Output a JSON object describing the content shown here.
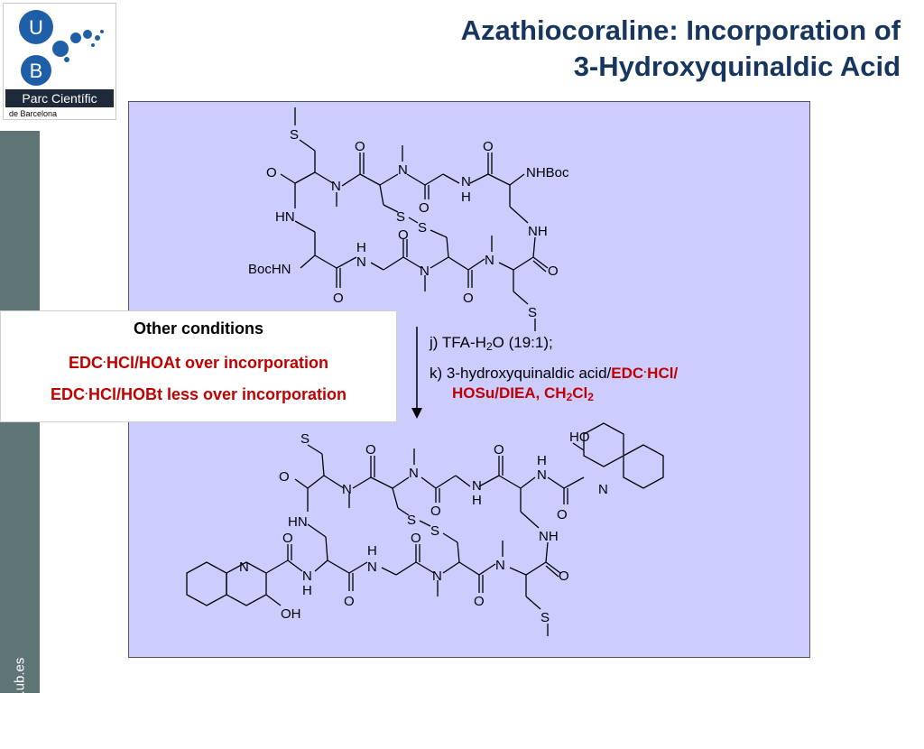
{
  "title": {
    "line1": "Azathiocoraline: Incorporation of",
    "line2": "3-Hydroxyquinaldic Acid"
  },
  "logo": {
    "letter_u": "U",
    "letter_b": "B",
    "name": "Parc Científic",
    "sub": "de Barcelona"
  },
  "sidebar": {
    "url": "www.pcb.ub.es"
  },
  "conditions": {
    "heading": "Other conditions",
    "row1_a": "EDC",
    "row1_dot": "·",
    "row1_b": "HCl/HOAt over incorporation",
    "row2_a": "EDC",
    "row2_dot": "·",
    "row2_b": "HCl/HOBt less over incorporation"
  },
  "reagents": {
    "j_a": "j) TFA-H",
    "j_sub": "2",
    "j_b": "O (19:1);",
    "k_a": "k) 3-hydroxyquinaldic acid/",
    "k_red1": "EDC",
    "k_dot": "·",
    "k_red2": "HCl/",
    "k2_a": "HOSu/DIEA, CH",
    "k2_sub1": "2",
    "k2_b": "Cl",
    "k2_sub2": "2"
  },
  "top_structure": {
    "S": "S",
    "O": "O",
    "N": "N",
    "H": "H",
    "HN": "HN",
    "NH": "NH",
    "NHBoc": "NHBoc",
    "BocHN": "BocHN"
  },
  "bottom_structure": {
    "S": "S",
    "O": "O",
    "N": "N",
    "H": "H",
    "HN": "HN",
    "NH": "NH",
    "HO": "HO",
    "OH": "OH"
  },
  "colors": {
    "title": "#17365d",
    "sidebar": "#5f7575",
    "panel": "#ccccff",
    "accent_red": "#c00000",
    "logo_blue": "#1e5fa8"
  }
}
